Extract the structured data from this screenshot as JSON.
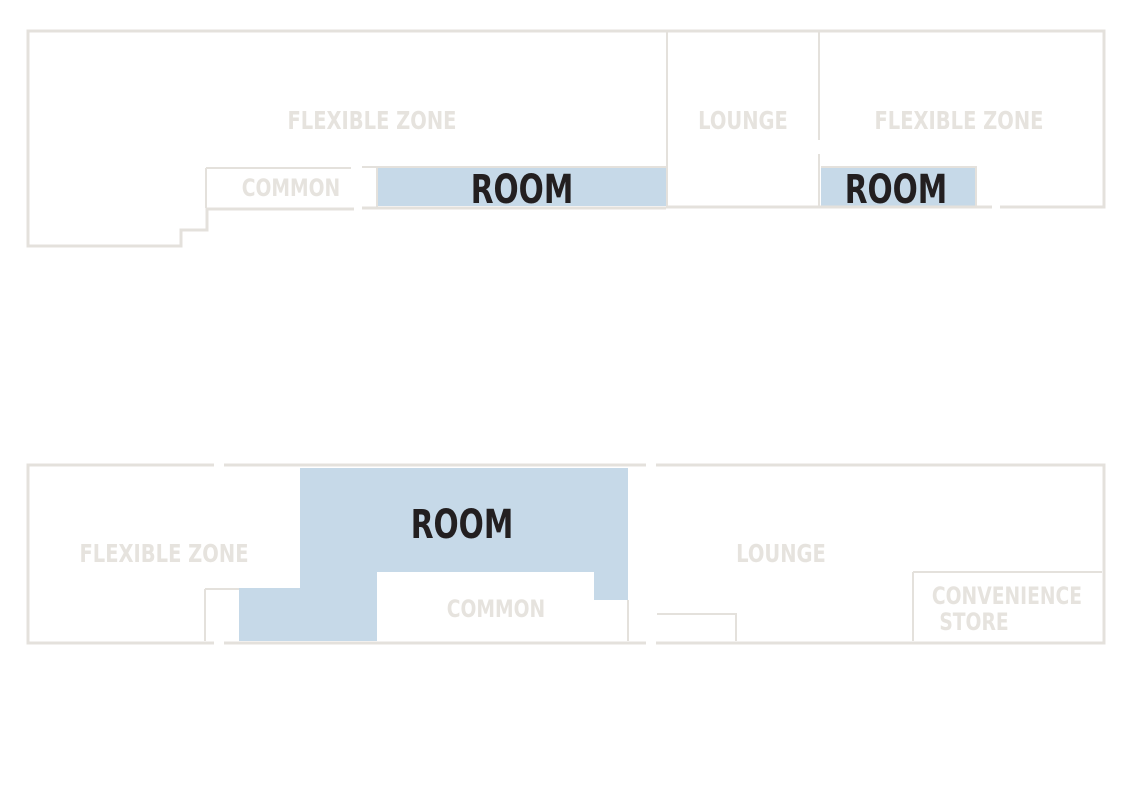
{
  "plan_top": {
    "labels": {
      "flexible_left": "FLEXIBLE ZONE",
      "lounge": "LOUNGE",
      "flexible_right": "FLEXIBLE ZONE",
      "common": "COMMON",
      "room_main": "ROOM",
      "room_small": "ROOM"
    }
  },
  "plan_bottom": {
    "labels": {
      "flexible": "FLEXIBLE ZONE",
      "room": "ROOM",
      "common": "COMMON",
      "lounge": "LOUNGE",
      "store_line1": "CONVENIENCE",
      "store_line2": "STORE"
    }
  },
  "colors": {
    "room_fill": "#c6d9e8",
    "wall": "#e4e1dc",
    "faint_label": "#e6e3de",
    "room_label": "#231f20"
  }
}
